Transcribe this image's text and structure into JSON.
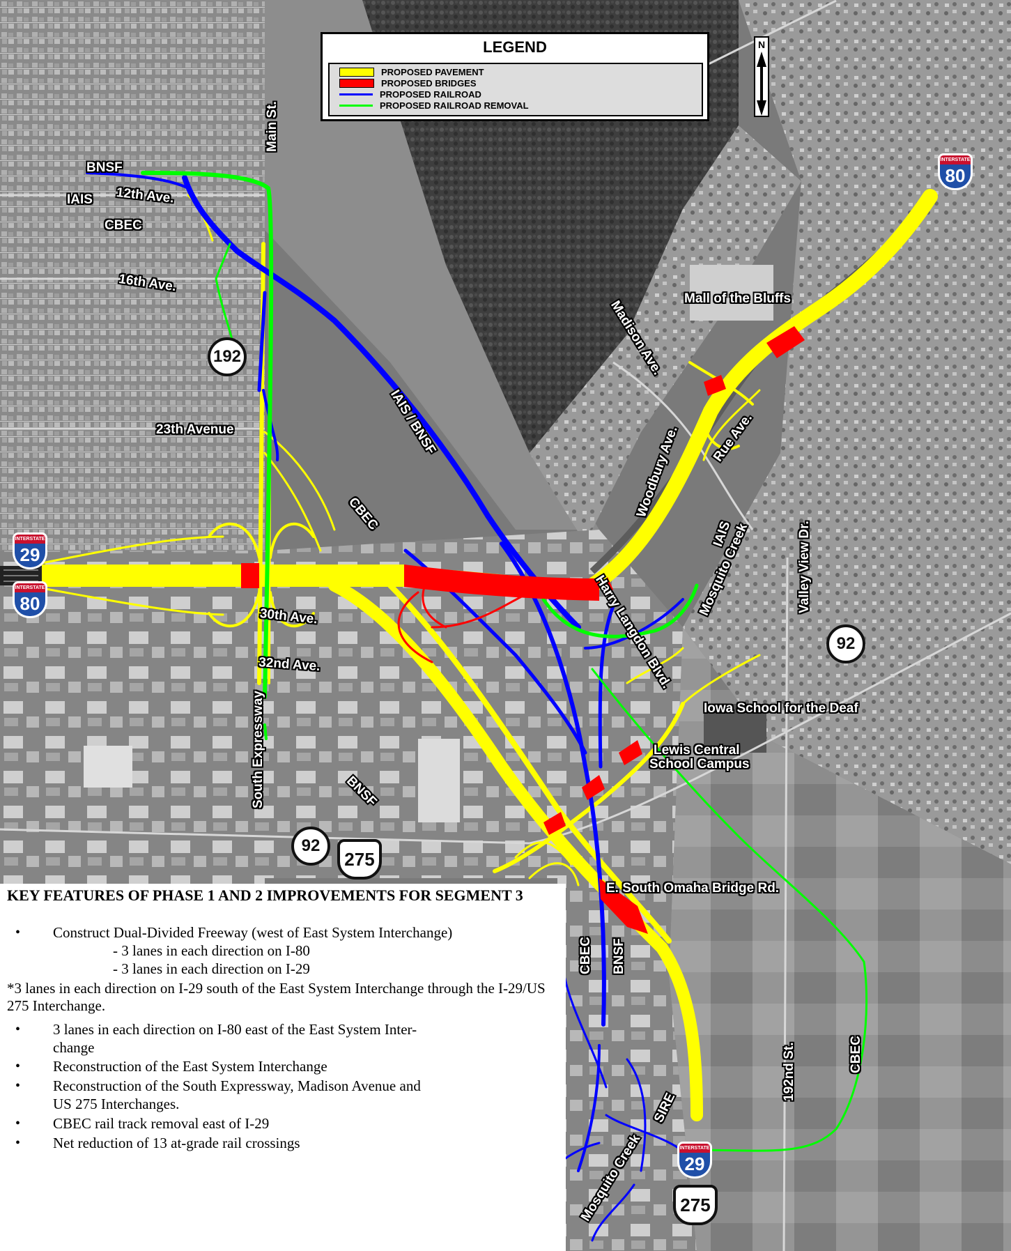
{
  "legend": {
    "title": "LEGEND",
    "items": [
      {
        "label": "PROPOSED PAVEMENT",
        "color": "#ffff00",
        "kind": "box"
      },
      {
        "label": "PROPOSED BRIDGES",
        "color": "#ff0000",
        "kind": "box"
      },
      {
        "label": "PROPOSED RAILROAD",
        "color": "#0000ff",
        "kind": "line"
      },
      {
        "label": "PROPOSED RAILROAD REMOVAL",
        "color": "#00ff00",
        "kind": "line"
      }
    ]
  },
  "north_arrow": {
    "letter": "N"
  },
  "colors": {
    "pavement": "#ffff00",
    "bridge": "#ff0000",
    "railroad": "#0000ff",
    "removal": "#00ff00"
  },
  "labels": {
    "bnsf_top": "BNSF",
    "iais_top": "IAIS",
    "twelfth_ave": "12th Ave.",
    "cbec_top": "CBEC",
    "main_st": "Main St.",
    "sixteenth_ave": "16th Ave.",
    "twentythird_ave": "23th Avenue",
    "iais_bnsf": "IAIS / BNSF",
    "cbec_mid": "CBEC",
    "thirtieth_ave": "30th Ave.",
    "thirtysecond_ave": "32nd Ave.",
    "south_expressway": "South Expressway",
    "bnsf_mid": "BNSF",
    "mall": "Mall of the Bluffs",
    "madison_ave": "Madison Ave.",
    "woodbury_ave": "Woodbury Ave.",
    "rue_ave": "Rue Ave.",
    "iais_right": "IAIS",
    "mosquito_creek": "Mosquito Creek",
    "harry_langdon": "Harry Langdon Blvd.",
    "valley_view": "Valley View Dr.",
    "iowa_school": "Iowa School for the Deaf",
    "lewis_central_1": "Lewis Central",
    "lewis_central_2": "School Campus",
    "e_south_omaha": "E. South Omaha Bridge Rd.",
    "cbec_low": "CBEC",
    "bnsf_low": "BNSF",
    "sire": "SIRE",
    "mosquito_creek_low": "Mosquito Creek",
    "st_192": "192nd St.",
    "cbec_right": "CBEC"
  },
  "shields": {
    "state_192": "192",
    "state_92_right": "92",
    "state_92_left": "92",
    "us_275_left": "275",
    "us_275_bottom": "275",
    "interstate_word": "INTERSTATE",
    "i80_top": "80",
    "i29_left": "29",
    "i80_left": "80",
    "i29_bottom": "29"
  },
  "key_features": {
    "title": "KEY FEATURES OF PHASE 1 AND 2 IMPROVEMENTS FOR SEGMENT 3",
    "bullet1": "Construct Dual-Divided Freeway (west of East System Interchange)",
    "sub1": "- 3 lanes in each direction on I-80",
    "sub2": "- 3 lanes in each direction on I-29",
    "note": "*3 lanes in each direction on I-29 south of the East System Interchange through the I-29/US 275 Interchange.",
    "bullet2a": "3 lanes in each direction on I-80 east of the East System Inter-",
    "bullet2b": "change",
    "bullet3": "Reconstruction of the East System Interchange",
    "bullet4a": "Reconstruction of the South Expressway, Madison Avenue and",
    "bullet4b": "US 275 Interchanges.",
    "bullet5": "CBEC rail track removal east of I-29",
    "bullet6": "Net reduction of 13 at-grade rail crossings",
    "bullet_char": "•"
  }
}
